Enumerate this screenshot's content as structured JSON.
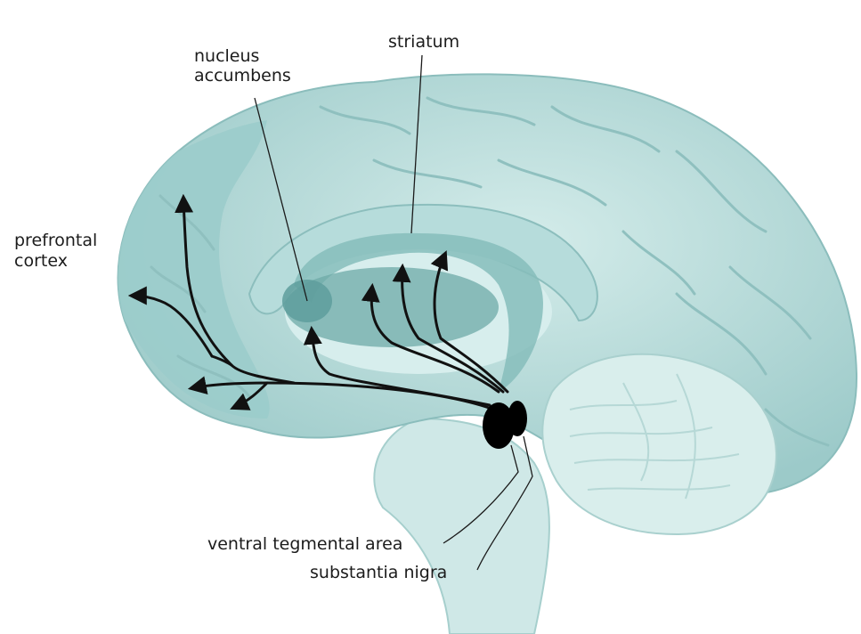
{
  "labels": {
    "striatum": "striatum",
    "nucleus_accumbens_line1": "nucleus",
    "nucleus_accumbens_line2": "accumbens",
    "prefrontal_line1": "prefrontal",
    "prefrontal_line2": "cortex",
    "vta": "ventral tegmental area",
    "substantia_nigra": "substantia nigra"
  },
  "colors": {
    "brain_fill": "#bfe0df",
    "cortex_dark": "#8fc3c3",
    "structure_fill": "#7fb7b6",
    "cerebellum_fill": "#d8ecea",
    "pathway_stroke": "#111111",
    "nuclei_fill": "#000000"
  }
}
